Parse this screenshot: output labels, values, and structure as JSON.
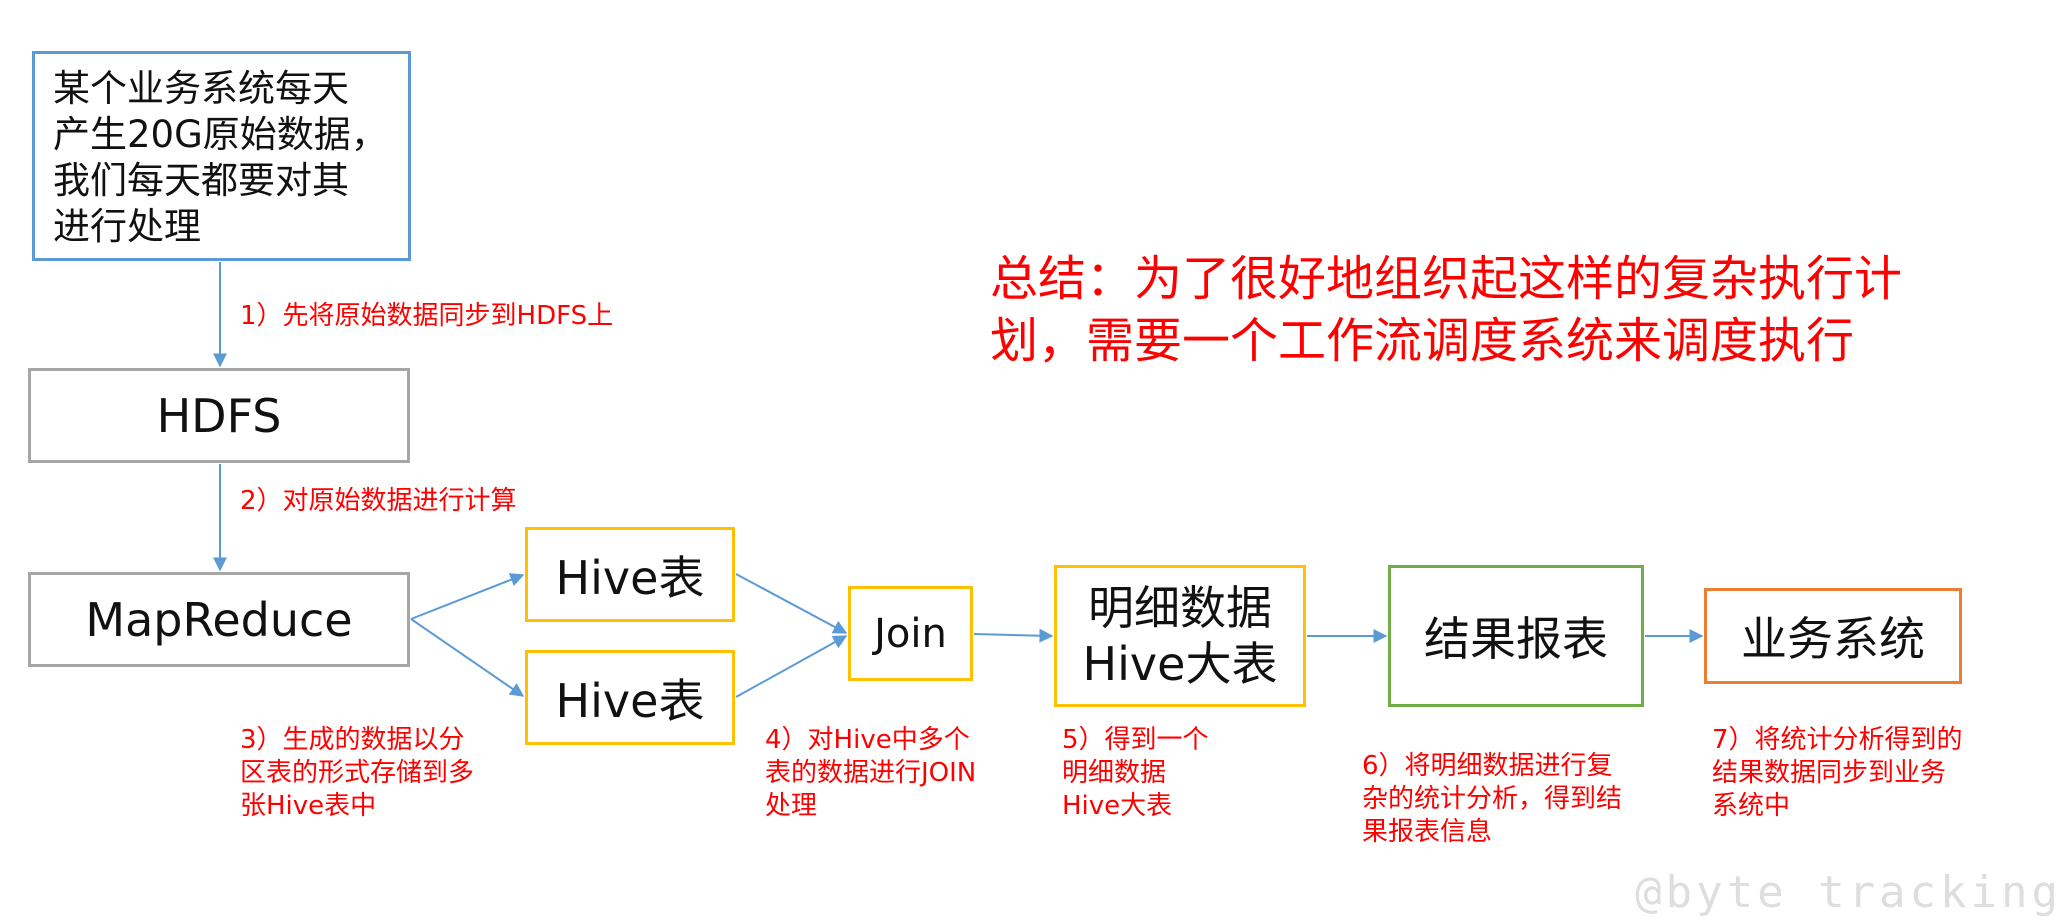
{
  "boxes": {
    "source": "某个业务系统每天\n产生20G原始数据，\n我们每天都要对其\n进行处理",
    "hdfs": "HDFS",
    "mapreduce": "MapReduce",
    "hive_table_1": "Hive表",
    "hive_table_2": "Hive表",
    "join": "Join",
    "detail_table": "明细数据\nHive大表",
    "report": "结果报表",
    "business_system": "业务系统"
  },
  "steps": {
    "step1": "1）先将原始数据同步到HDFS上",
    "step2": "2）对原始数据进行计算",
    "step3": "3）生成的数据以分\n区表的形式存储到多\n张Hive表中",
    "step4": "4）对Hive中多个\n表的数据进行JOIN\n处理",
    "step5": "5）得到一个\n明细数据\nHive大表",
    "step6": "6）将明细数据进行复\n杂的统计分析，得到结\n果报表信息",
    "step7": "7）将统计分析得到的\n结果数据同步到业务\n系统中"
  },
  "summary": "总结：为了很好地组织起这样的复杂执行计\n划，需要一个工作流调度系统来调度执行",
  "watermark": "@byte tracking",
  "colors": {
    "arrow": "#5b9bd5",
    "annotation": "#ff0000",
    "border_gray": "#a6a6a6",
    "border_blue": "#5b9bd5",
    "border_yellow": "#ffc000",
    "border_green": "#70ad47",
    "border_orange": "#ed7d31"
  }
}
